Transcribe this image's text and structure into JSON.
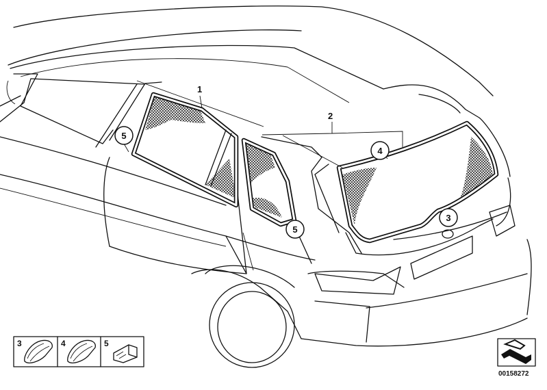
{
  "callouts": {
    "c1": "1",
    "c2": "2",
    "c3": "3",
    "c4": "4",
    "c5_left": "5",
    "c5_right": "5"
  },
  "legend": [
    {
      "label": "3",
      "icon": "seal-profile-3-icon"
    },
    {
      "label": "4",
      "icon": "seal-profile-4-icon"
    },
    {
      "label": "5",
      "icon": "end-cap-5-icon"
    }
  ],
  "catalog_code": "00158272",
  "colors": {
    "line": "#111111",
    "background": "#ffffff"
  }
}
